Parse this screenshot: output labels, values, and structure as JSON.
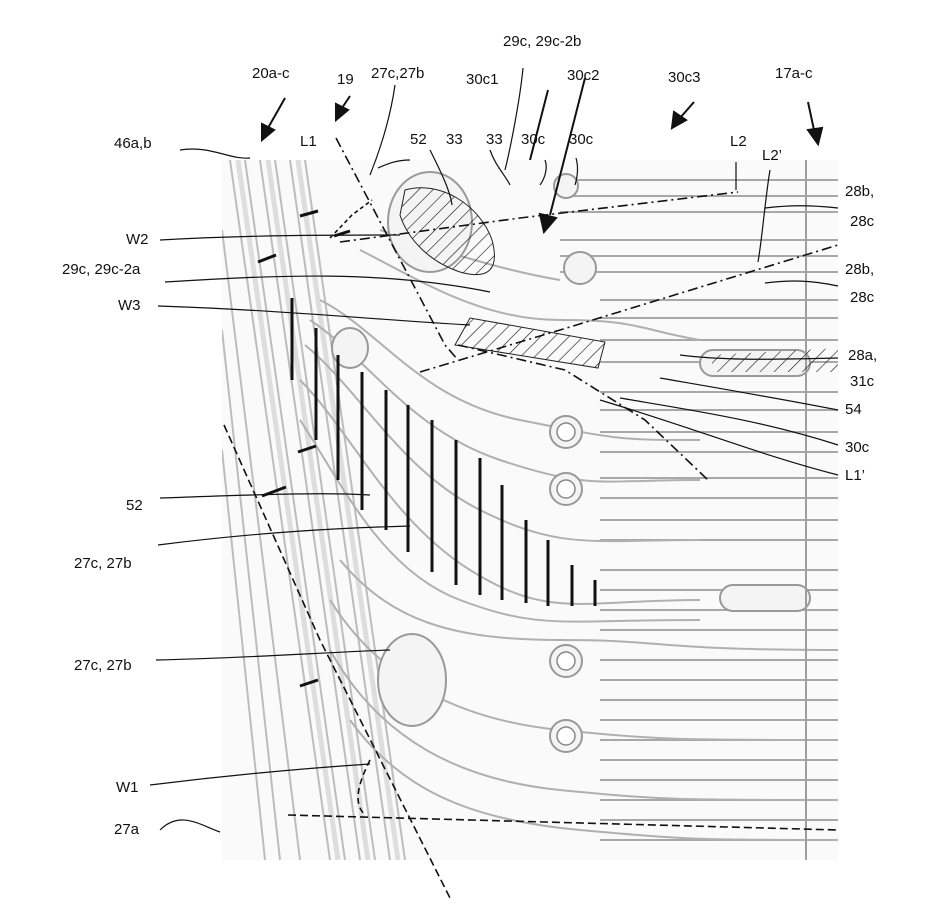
{
  "figure": {
    "labels": {
      "l_20ac": "20a-c",
      "l_19": "19",
      "l_27c27b_top": "27c,27b",
      "l_30c1": "30c1",
      "l_29c2b": "29c, 29c-2b",
      "l_30c2": "30c2",
      "l_30c3": "30c3",
      "l_17ac": "17a-c",
      "l_46ab": "46a,b",
      "l_L1": "L1",
      "l_52_top": "52",
      "l_33a": "33",
      "l_33b": "33",
      "l_30c_a": "30c",
      "l_30c_b": "30c",
      "l_L2": "L2",
      "l_L2p": "L2’",
      "l_28b_1": "28b,",
      "l_28c_1": "28c",
      "l_W2": "W2",
      "l_29c2a": "29c, 29c-2a",
      "l_28b_2": "28b,",
      "l_28c_2": "28c",
      "l_W3": "W3",
      "l_28a": "28a,",
      "l_31c": "31c",
      "l_54": "54",
      "l_30c_c": "30c",
      "l_L1p": "L1’",
      "l_52_mid": "52",
      "l_27c27b_mid": "27c, 27b",
      "l_27c27b_low": "27c, 27b",
      "l_W1": "W1",
      "l_27a": "27a"
    }
  }
}
